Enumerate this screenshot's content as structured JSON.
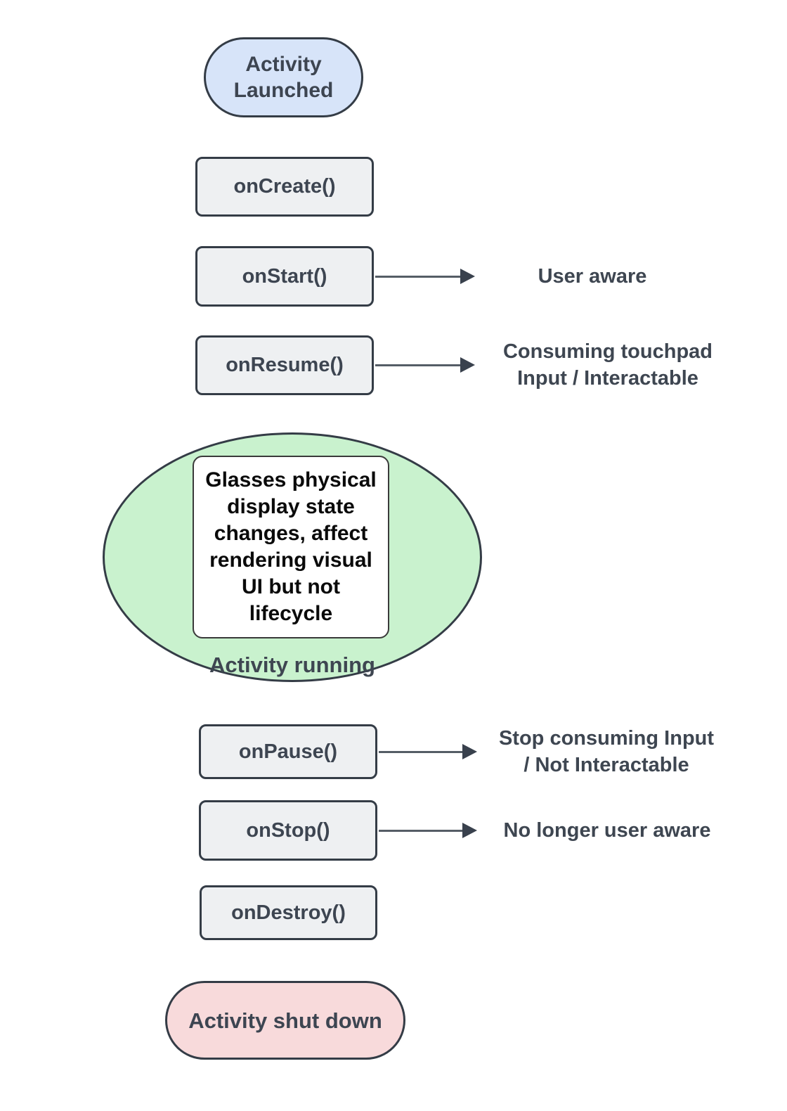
{
  "diagram_type": "flowchart",
  "subject": "Activity lifecycle",
  "colors": {
    "start_fill": "#d7e4f9",
    "state_fill": "#eef0f2",
    "running_fill": "#c9f2ce",
    "end_fill": "#f8dadb",
    "border": "#343c46",
    "box_text": "#3d4551",
    "label_text": "#3e4651",
    "note_text": "#0a0a0a",
    "arrow": "#555d66",
    "arrow_head": "#39414d",
    "page_bg": "#ffffff"
  },
  "nodes": {
    "activity_launched": "Activity Launched",
    "on_create": "onCreate()",
    "on_start": "onStart()",
    "on_resume": "onResume()",
    "activity_running": "Activity running",
    "running_note": "Glasses physical\ndisplay state\nchanges, affect\nrendering visual\nUI but not\nlifecycle",
    "on_pause": "onPause()",
    "on_stop": "onStop()",
    "on_destroy": "onDestroy()",
    "activity_shut_down": "Activity shut down"
  },
  "annotations": {
    "on_start": "User aware",
    "on_resume": "Consuming touchpad\nInput / Interactable",
    "on_pause": "Stop consuming Input\n/ Not Interactable",
    "on_stop": "No longer user aware"
  }
}
